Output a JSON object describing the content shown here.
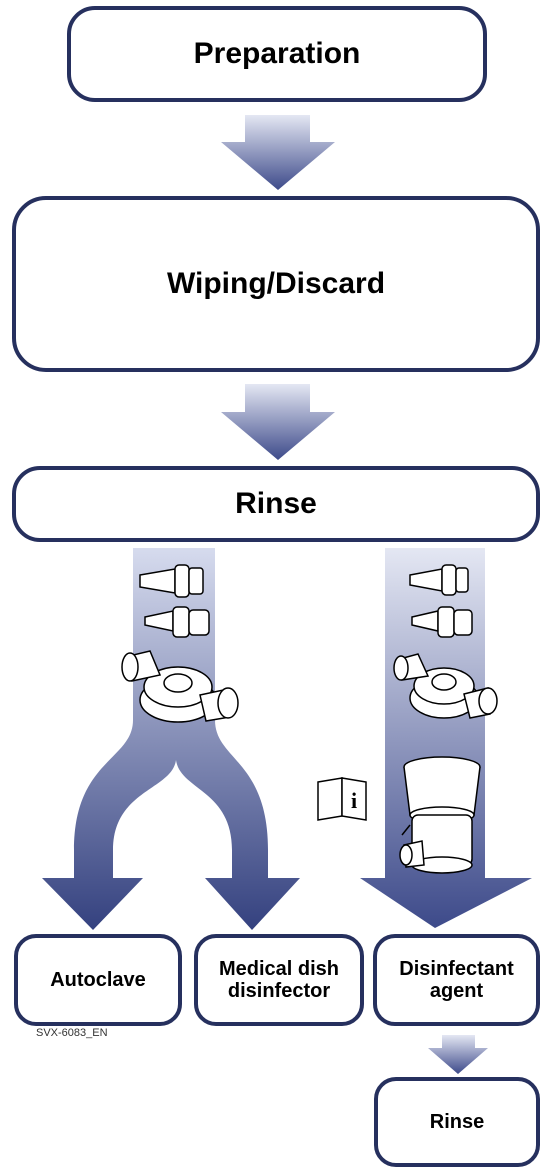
{
  "boxes": {
    "preparation": "Preparation",
    "wiping": "Wiping/Discard",
    "rinse_top": "Rinse",
    "autoclave": "Autoclave",
    "medical_dish": "Medical dish disinfector",
    "disinfectant": "Disinfectant agent",
    "rinse_bottom": "Rinse"
  },
  "code_label": "SVX-6083_EN",
  "manual_icon_letter": "i",
  "colors": {
    "border": "#26305e",
    "arrow_dark": "#3d4a8a",
    "arrow_light": "#e4e7f3"
  },
  "icons": [
    "cone-connector-icon",
    "flow-sensor-housing-icon",
    "water-trap-container-icon",
    "manual-info-icon"
  ]
}
